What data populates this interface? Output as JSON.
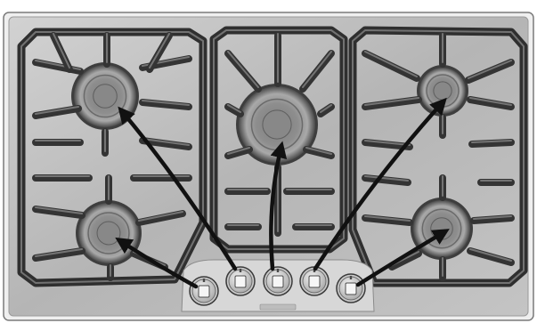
{
  "scene": "gas-cooktop-diagram",
  "colors": {
    "surface": "#b9b9b9",
    "surface_light": "#cfcfcf",
    "rim": "#e6e6e6",
    "grate": "#2f2f2f",
    "arrow": "#111111",
    "burner_inner": "#7e7e7e"
  },
  "burners": [
    {
      "id": "left-rear",
      "name": "burner-left-rear"
    },
    {
      "id": "center",
      "name": "burner-center"
    },
    {
      "id": "right-rear",
      "name": "burner-right-rear"
    },
    {
      "id": "left-front",
      "name": "burner-left-front"
    },
    {
      "id": "right-front",
      "name": "burner-right-front"
    }
  ],
  "knobs": [
    {
      "id": "knob-1",
      "controls": "left-front"
    },
    {
      "id": "knob-2",
      "controls": "left-rear"
    },
    {
      "id": "knob-3",
      "controls": "center"
    },
    {
      "id": "knob-4",
      "controls": "right-rear"
    },
    {
      "id": "knob-5",
      "controls": "right-front"
    }
  ]
}
